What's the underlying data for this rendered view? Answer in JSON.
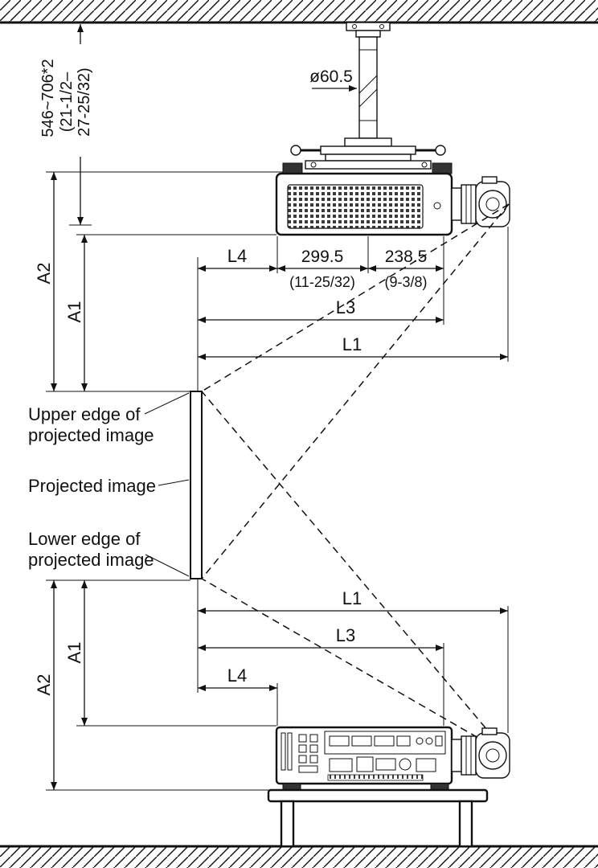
{
  "ceiling_mount": {
    "height_mm": "546~706*2",
    "height_inch_line1": "(21-1/2–",
    "height_inch_line2": "27-25/32)",
    "pole_diameter": "ø60.5"
  },
  "top_dims": {
    "a2": "A2",
    "a1": "A1",
    "l4": "L4",
    "rear_to_center_mm": "299.5",
    "rear_to_center_inch": "(11-25/32)",
    "center_to_front_mm": "238.5",
    "center_to_front_inch": "(9-3/8)",
    "l3": "L3",
    "l1": "L1"
  },
  "screen_labels": {
    "upper_line1": "Upper edge of",
    "upper_line2": "projected image",
    "middle": "Projected image",
    "lower_line1": "Lower edge of",
    "lower_line2": "projected image"
  },
  "bottom_dims": {
    "l1": "L1",
    "l3": "L3",
    "l4": "L4",
    "a1": "A1",
    "a2": "A2"
  }
}
